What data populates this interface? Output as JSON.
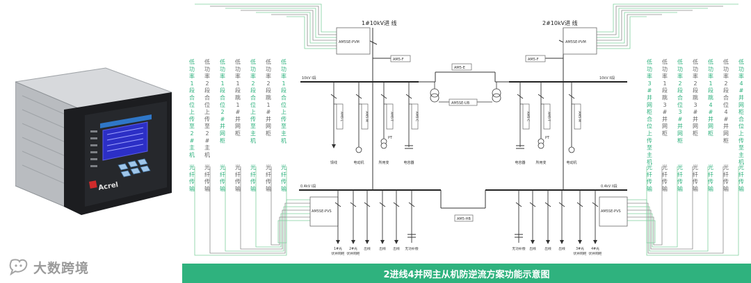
{
  "brand": {
    "name": "大数跨境"
  },
  "device": {
    "logo": "Acrel",
    "icon": "power-monitor-device-icon"
  },
  "caption": "2进线4并网主从机防逆流方案功能示意图",
  "incoming": {
    "left": "1#10kV进 线",
    "right": "2#10kV进 线"
  },
  "bus_hv": {
    "left": "10kV I段",
    "right": "10kV II段"
  },
  "bus_lv": {
    "left": "0.4kV I段",
    "right": "0.4kV II段"
  },
  "modules": {
    "pvm_left": "AM5SE-PVM",
    "pvm_right": "AM5SE-PVM",
    "f_left": "AM5-F",
    "f_right": "AM5-F",
    "e_center": "AM5-E",
    "ub": "AM5SE-UB",
    "hb": "AM5-HB",
    "pvs_left": "AM5SE-PVS",
    "pvs_right": "AM5SE-PVS"
  },
  "feeders_hv": {
    "l1": "AM5-L",
    "m1": "AM5-M",
    "t1": "AM5-T",
    "c1": "AM5-C",
    "c2": "AM5-C",
    "t2": "AM5-T",
    "m2": "AM5-M",
    "l2": "馈线",
    "motor1": "电动机",
    "cap1": "电容器",
    "cap2": "电容器",
    "motor2": "电动机",
    "trans1": "所用变",
    "trans2": "所用变",
    "pt1": "PT",
    "pt2": "PT"
  },
  "lv_feeders": {
    "left": [
      "1#光 伏并网柜",
      "2#光 伏并网柜",
      "出线",
      "出线",
      "出线",
      "无功补偿"
    ],
    "right": [
      "无功补偿",
      "出线",
      "出线",
      "出线",
      "3#光 伏并网柜",
      "4#光 伏并网柜"
    ]
  },
  "left_labels": [
    {
      "v": "低功率1段合位上传至2#主机",
      "t": "光纤传输"
    },
    {
      "v": "低功率2段合位上传至2#主机",
      "t": "光纤传输"
    },
    {
      "v": "低功率1段合位2#并网柜",
      "t": "光纤传输"
    },
    {
      "v": "低功率1段跳1#并网柜",
      "t": "光纤传输"
    },
    {
      "v": "低功率2段合位上传至主机",
      "t": "光纤传输"
    },
    {
      "v": "低功率2段跳1#并网柜",
      "t": "光纤传输"
    },
    {
      "v": "低功率1段合位上传至主机",
      "t": "光纤传输"
    }
  ],
  "right_labels": [
    {
      "v": "低功率3#并网柜合位上传至主机",
      "t": "光纤传输"
    },
    {
      "v": "低功率1段跳3#并网柜",
      "t": "光纤传输"
    },
    {
      "v": "低功率2段合位3#并网柜",
      "t": "光纤传输"
    },
    {
      "v": "低功率2段跳3#并网柜",
      "t": "光纤传输"
    },
    {
      "v": "低功率1段跳4#并网柜",
      "t": "光纤传输"
    },
    {
      "v": "低功率2段合位4#并网柜",
      "t": "光纤传输"
    },
    {
      "v": "低功率4#并网柜合位上传至主机",
      "t": "光纤传输"
    }
  ],
  "colors": {
    "green": "#2fb27e",
    "line": "#333333",
    "gray": "#8a8a8a",
    "fiber": "#7fcf9f"
  }
}
